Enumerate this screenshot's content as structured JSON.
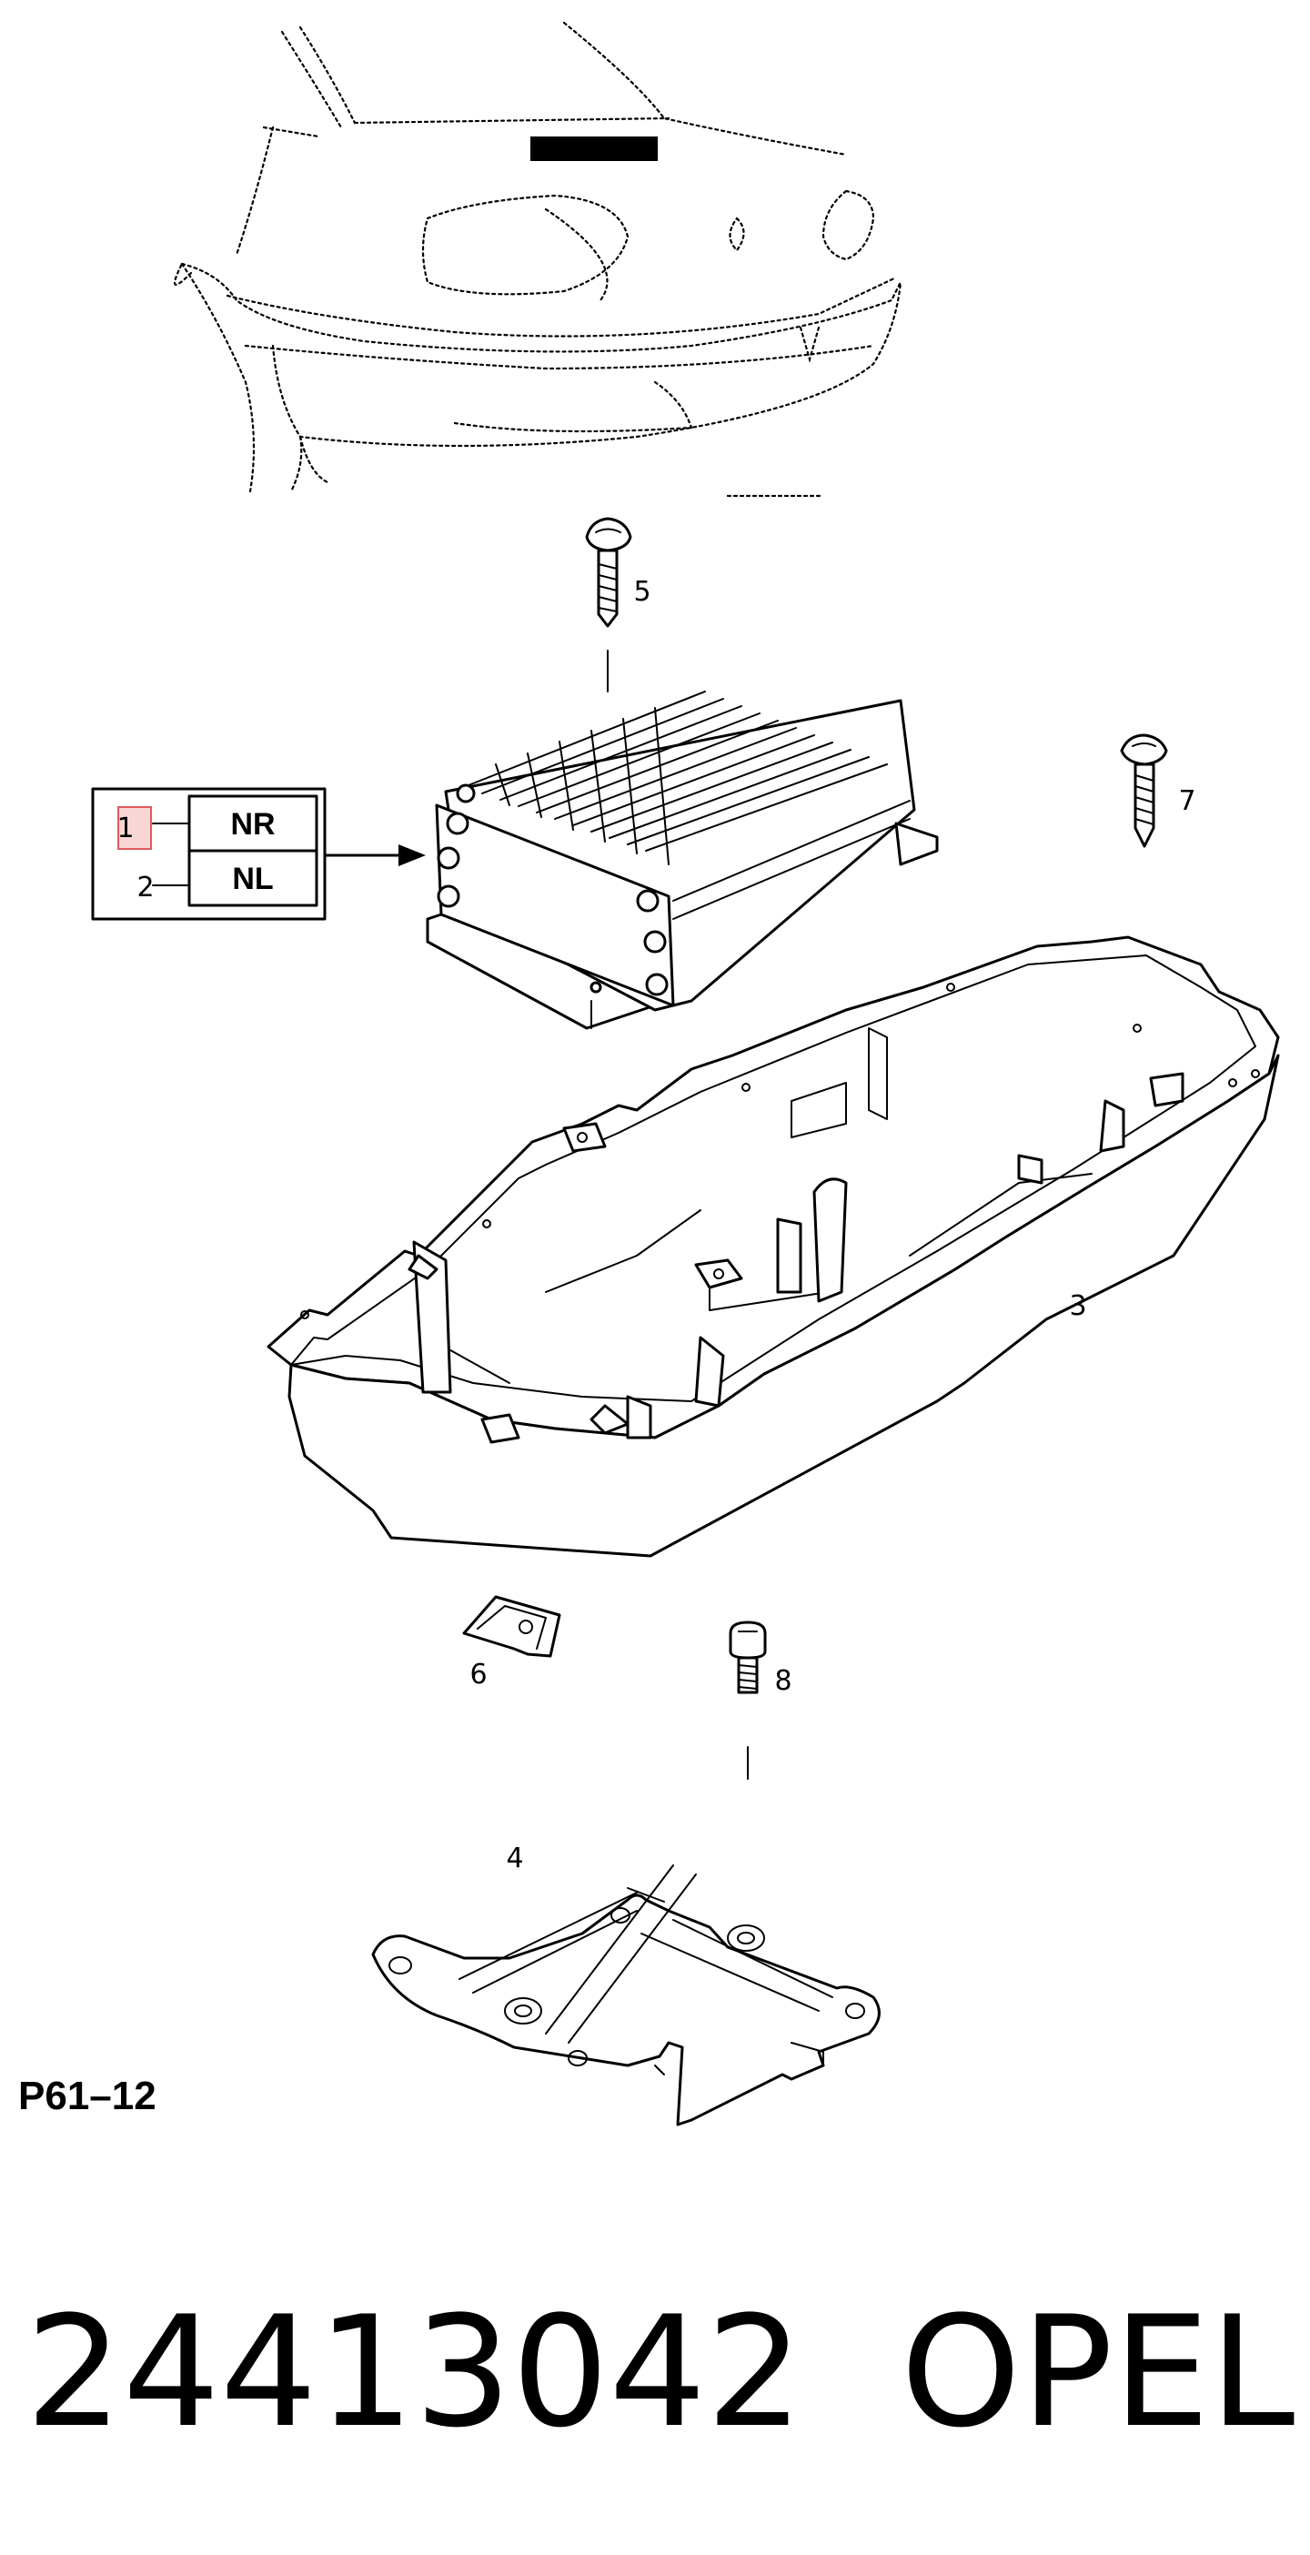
{
  "diagram": {
    "callouts": [
      "1",
      "2",
      "3",
      "4",
      "5",
      "6",
      "7",
      "8"
    ],
    "variant_table": {
      "rows": [
        "NR",
        "NL"
      ]
    },
    "drawing_code": "P61–12",
    "part_number": "24413042",
    "brand": "OPEL",
    "colors": {
      "ink": "#000000",
      "highlight_fill": "#f9d6d6",
      "highlight_stroke": "#e05a5a"
    }
  }
}
